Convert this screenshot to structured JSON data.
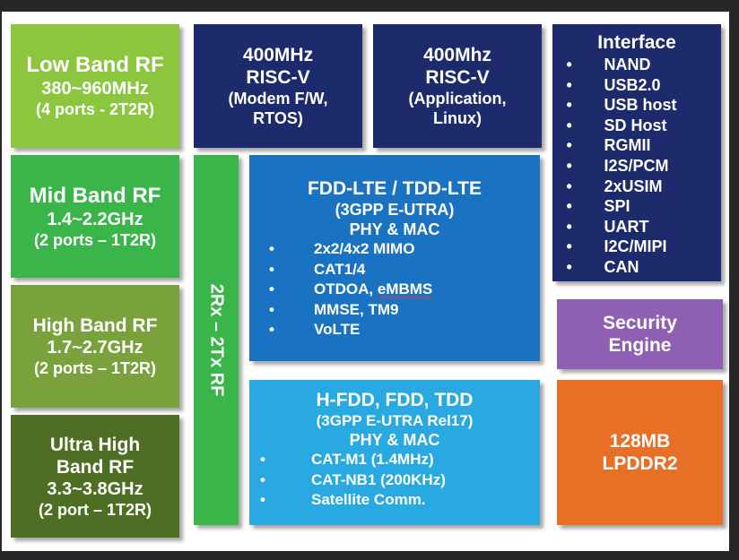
{
  "low_band": {
    "line1": "Low Band RF",
    "line2": "380~960MHz",
    "line3": "(4 ports - 2T2R)"
  },
  "mid_band": {
    "line1": "Mid Band RF",
    "line2": "1.4~2.2GHz",
    "line3": "(2 ports – 1T2R)"
  },
  "high_band": {
    "line1": "High Band RF",
    "line2": "1.7~2.7GHz",
    "line3": "(2 ports – 1T2R)"
  },
  "ultra_high_band": {
    "line1": "Ultra High",
    "line2": "Band RF",
    "line3": "3.3~3.8GHz",
    "line4": "(2 port – 1T2R)"
  },
  "rf_bar": {
    "label": "2Rx – 2Tx RF"
  },
  "riscv_modem": {
    "line1": "400MHz",
    "line2": "RISC-V",
    "line3": "(Modem F/W,",
    "line4": "RTOS)"
  },
  "riscv_app": {
    "line1": "400Mhz",
    "line2": "RISC-V",
    "line3": "(Application,",
    "line4": "Linux)"
  },
  "interface": {
    "title": "Interface",
    "items": [
      "NAND",
      "USB2.0",
      "USB host",
      "SD Host",
      "RGMII",
      "I2S/PCM",
      "2xUSIM",
      "SPI",
      "UART",
      "I2C/MIPI",
      "CAN"
    ]
  },
  "lte": {
    "line1": "FDD-LTE / TDD-LTE",
    "line2": "(3GPP E-UTRA)",
    "line3": "PHY & MAC",
    "items": [
      "2x2/4x2 MIMO",
      "CAT1/4",
      "OTDOA, ",
      "MMSE, TM9",
      "VoLTE"
    ],
    "embms": "eMBMS"
  },
  "nb": {
    "line1": "H-FDD, FDD, TDD",
    "line2": "(3GPP E-UTRA Rel17)",
    "line3": "PHY & MAC",
    "items": [
      "CAT-M1 (1.4MHz)",
      "CAT-NB1 (200KHz)",
      "Satellite Comm."
    ]
  },
  "security": {
    "line1": "Security",
    "line2": "Engine"
  },
  "memory": {
    "line1": "128MB",
    "line2": "LPDDR2"
  },
  "colors": {
    "low_band": "#8cc63f",
    "mid_band": "#39b54a",
    "high_band": "#7aa23c",
    "ultra_high_band": "#4e6f23",
    "rf_bar": "#39b54a",
    "riscv": "#1d2a6c",
    "interface": "#1d2a6c",
    "lte": "#1a73c2",
    "nb": "#29a9e1",
    "security": "#8f5fb3",
    "memory": "#e86f26"
  }
}
